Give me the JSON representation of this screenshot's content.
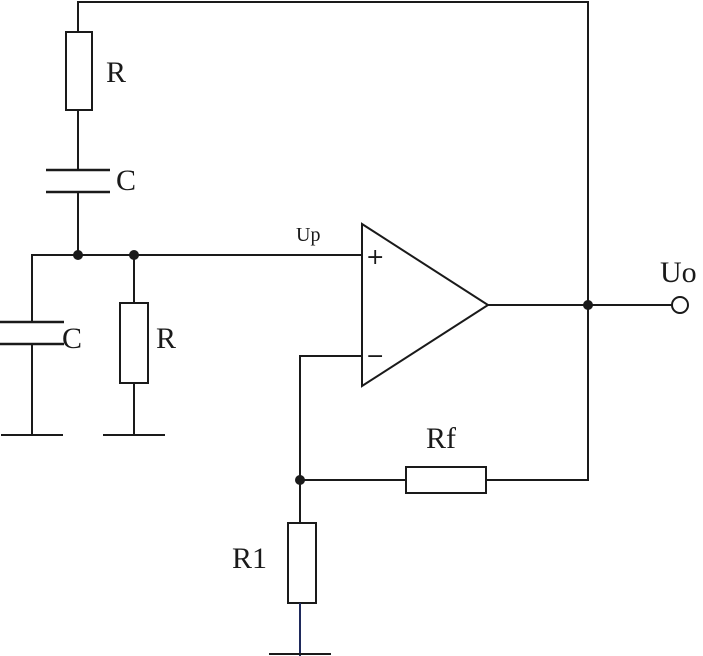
{
  "labels": {
    "r_feedback_top": "R",
    "c_feedback_top": "C",
    "c_shunt_left": "C",
    "r_shunt": "R",
    "node_up": "Up",
    "output": "Uo",
    "rf": "Rf",
    "r1": "R1",
    "plus_sign": "+",
    "minus_sign": "−"
  },
  "colors": {
    "stroke": "#1a1a1a",
    "ground_lead": "#1f2a5c",
    "background": "#ffffff"
  }
}
